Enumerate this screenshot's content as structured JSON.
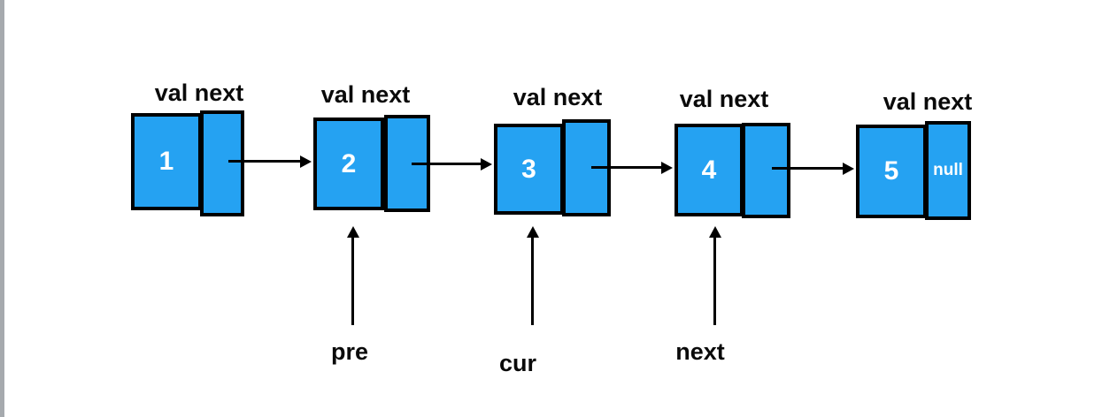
{
  "diagram": {
    "type": "singly-linked-list",
    "field_label": "val next",
    "nodes": [
      {
        "val": "1",
        "next": ""
      },
      {
        "val": "2",
        "next": ""
      },
      {
        "val": "3",
        "next": ""
      },
      {
        "val": "4",
        "next": ""
      },
      {
        "val": "5",
        "next": "null"
      }
    ],
    "pointers": [
      {
        "label": "pre",
        "target_node_val": "2"
      },
      {
        "label": "cur",
        "target_node_val": "3"
      },
      {
        "label": "next",
        "target_node_val": "4"
      }
    ],
    "colors": {
      "node_fill": "#25A2F2",
      "node_border": "#000000",
      "node_text": "#FFFFFF",
      "label_text": "#0A0A0A",
      "arrow": "#000000",
      "left_edge_bar": "#A6AAAE"
    }
  }
}
